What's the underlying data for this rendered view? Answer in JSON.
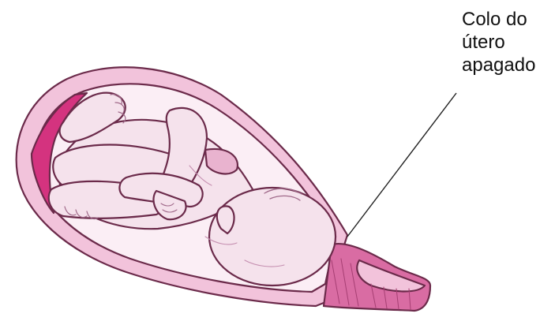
{
  "annotation": {
    "lines": [
      "Colo do",
      "útero",
      "apagado"
    ]
  },
  "colors": {
    "uterus_wall": "#f2c3db",
    "uterus_outline": "#6b2a4a",
    "placenta": "#d4337f",
    "cervix": "#d96ca3",
    "cavity": "#fbeef5",
    "fetus_skin": "#f5e2ec",
    "fetus_shade": "#d7a9c3",
    "label_text": "#111111"
  }
}
